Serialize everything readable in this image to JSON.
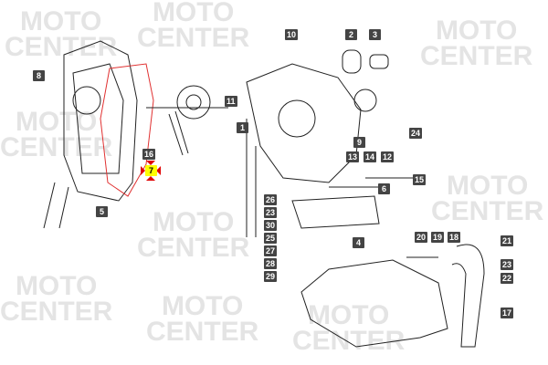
{
  "watermark": {
    "line1": "MOTO",
    "line2": "CENTER"
  },
  "callouts": [
    {
      "id": "10"
    },
    {
      "id": "2"
    },
    {
      "id": "3"
    },
    {
      "id": "8"
    },
    {
      "id": "11"
    },
    {
      "id": "1"
    },
    {
      "id": "24"
    },
    {
      "id": "16"
    },
    {
      "id": "9"
    },
    {
      "id": "13"
    },
    {
      "id": "14"
    },
    {
      "id": "12"
    },
    {
      "id": "7",
      "highlighted": true
    },
    {
      "id": "15"
    },
    {
      "id": "6"
    },
    {
      "id": "5"
    },
    {
      "id": "26"
    },
    {
      "id": "23"
    },
    {
      "id": "30"
    },
    {
      "id": "25"
    },
    {
      "id": "27"
    },
    {
      "id": "4"
    },
    {
      "id": "20"
    },
    {
      "id": "19"
    },
    {
      "id": "18"
    },
    {
      "id": "21"
    },
    {
      "id": "28"
    },
    {
      "id": "29"
    },
    {
      "id": "23"
    },
    {
      "id": "22"
    },
    {
      "id": "17"
    }
  ],
  "colors": {
    "highlight": "#ffff00",
    "marker": "#e00000",
    "gasket": "#e03030"
  }
}
